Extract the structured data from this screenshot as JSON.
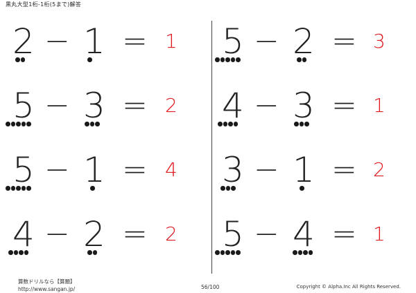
{
  "header": {
    "title": "黒丸大型1桁-1桁(5まで)解答"
  },
  "operators": {
    "minus": "−",
    "equals": "="
  },
  "problems": [
    {
      "a": 2,
      "b": 1,
      "answer": 1
    },
    {
      "a": 5,
      "b": 3,
      "answer": 2
    },
    {
      "a": 5,
      "b": 1,
      "answer": 4
    },
    {
      "a": 4,
      "b": 2,
      "answer": 2
    },
    {
      "a": 5,
      "b": 2,
      "answer": 3
    },
    {
      "a": 4,
      "b": 3,
      "answer": 1
    },
    {
      "a": 3,
      "b": 1,
      "answer": 2
    },
    {
      "a": 5,
      "b": 4,
      "answer": 1
    }
  ],
  "footer": {
    "site_name": "算数ドリルなら【算願】",
    "url": "http://www.sangan.jp/",
    "page": "56/100",
    "copyright": "Copyright © Alpha.Inc All Rights Reserved."
  },
  "colors": {
    "answer": "#e0191f",
    "ink": "#1a1a1a"
  }
}
